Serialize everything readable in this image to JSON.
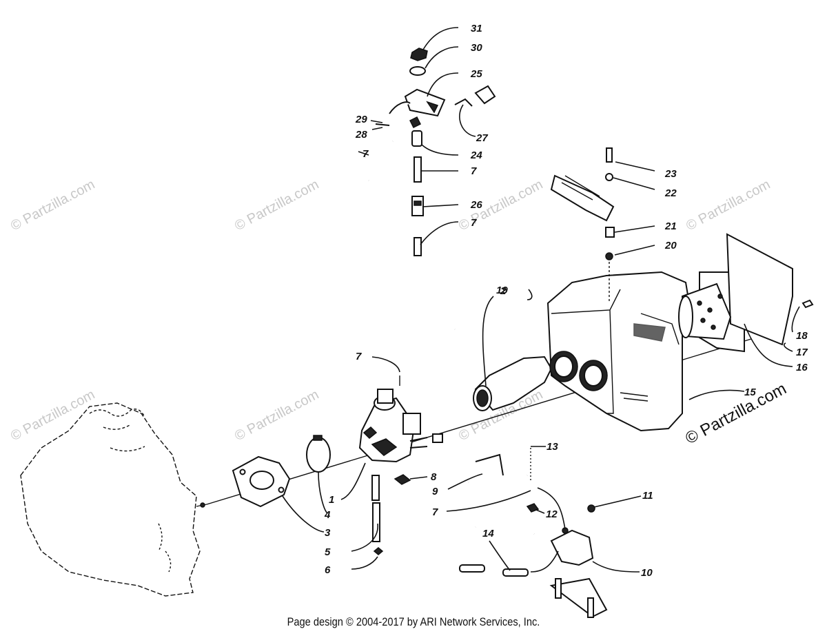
{
  "watermarks": {
    "small": "© Partzilla.com",
    "large": "© Partzilla.com"
  },
  "footer": "Page design © 2004-2017 by ARI Network Services, Inc.",
  "callouts": {
    "c31": "31",
    "c30": "30",
    "c25": "25",
    "c29": "29",
    "c28": "28",
    "c27": "27",
    "c24": "24",
    "c7a": "7",
    "c7b": "7",
    "c26": "26",
    "c7c": "7",
    "c23": "23",
    "c22": "22",
    "c21": "21",
    "c20": "20",
    "c19": "19",
    "c2": "2",
    "c18": "18",
    "c17": "17",
    "c16": "16",
    "c15": "15",
    "c7d": "7",
    "c13": "13",
    "c8": "8",
    "c9": "9",
    "c7e": "7",
    "c11": "11",
    "c12": "12",
    "c1": "1",
    "c4": "4",
    "c3": "3",
    "c5": "5",
    "c6": "6",
    "c14": "14",
    "c10": "10"
  }
}
